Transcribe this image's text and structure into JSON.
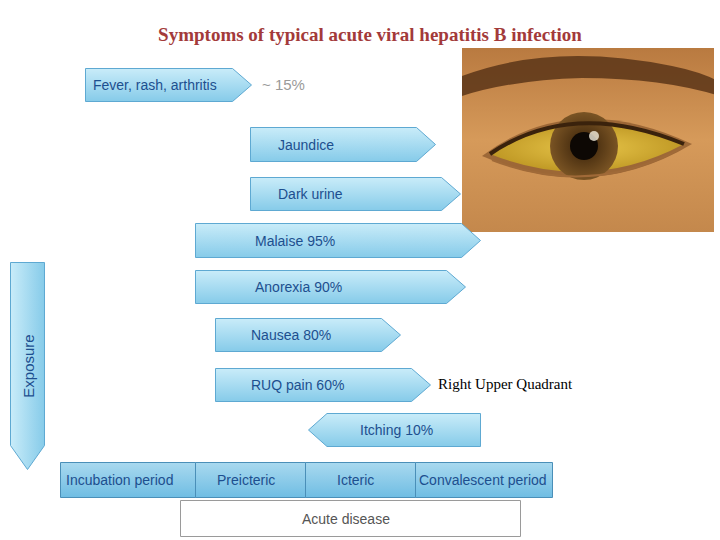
{
  "diagram": {
    "title": "Symptoms of typical acute viral hepatitis B infection",
    "nodes": [
      {
        "text": [
          "Fever, rash, arthritis"
        ]
      },
      {
        "text": [
          "Jaundice"
        ]
      },
      {
        "text": [
          "Dark urine"
        ]
      },
      {
        "text": [
          "Malaise 95%"
        ]
      },
      {
        "text": [
          "Anorexia 90%"
        ]
      },
      {
        "text": [
          "Nausea 80%"
        ]
      },
      {
        "text": [
          "RUQ pain 60%"
        ]
      },
      {
        "text": [
          "Itching 10%"
        ]
      },
      {
        "text": [
          "Exposure"
        ]
      },
      {
        "text": [
          "Incubation period"
        ]
      },
      {
        "text": [
          "Preicteric"
        ]
      },
      {
        "text": [
          "Icteric"
        ]
      },
      {
        "text": [
          "Convalescent period"
        ]
      },
      {
        "text": [
          "Acute disease"
        ]
      }
    ],
    "labels": [
      "~ 15%",
      "Right Upper Quadrant"
    ]
  }
}
